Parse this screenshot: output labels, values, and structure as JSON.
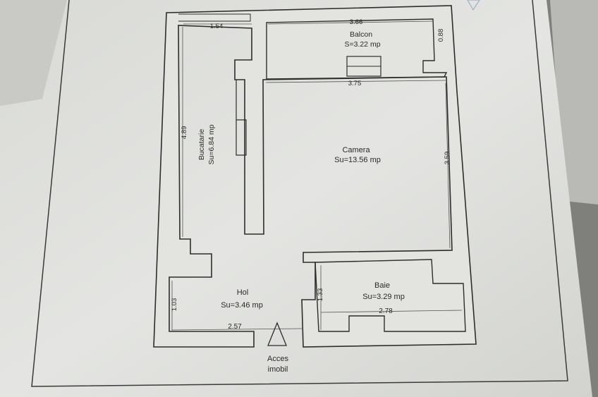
{
  "plan": {
    "rooms": [
      {
        "name": "Balcon",
        "area": "S=3.22 mp"
      },
      {
        "name": "Camera",
        "area": "Su=13.56 mp"
      },
      {
        "name": "Bucatarie",
        "area": "Su=6.84 mp"
      },
      {
        "name": "Hol",
        "area": "Su=3.46 mp"
      },
      {
        "name": "Baie",
        "area": "Su=3.29 mp"
      }
    ],
    "dimensions": {
      "bucatarie_width": "1.54",
      "balcon_width": "3.66",
      "balcon_depth": "0.88",
      "camera_width": "3.75",
      "camera_depth": "3.59",
      "bucatarie_depth": "4.89",
      "hol_depth": "1.03",
      "hol_width": "2.57",
      "baie_depth": "1.33",
      "baie_width": "2.78"
    },
    "entrance": {
      "line1": "Acces",
      "line2": "imobil"
    }
  }
}
